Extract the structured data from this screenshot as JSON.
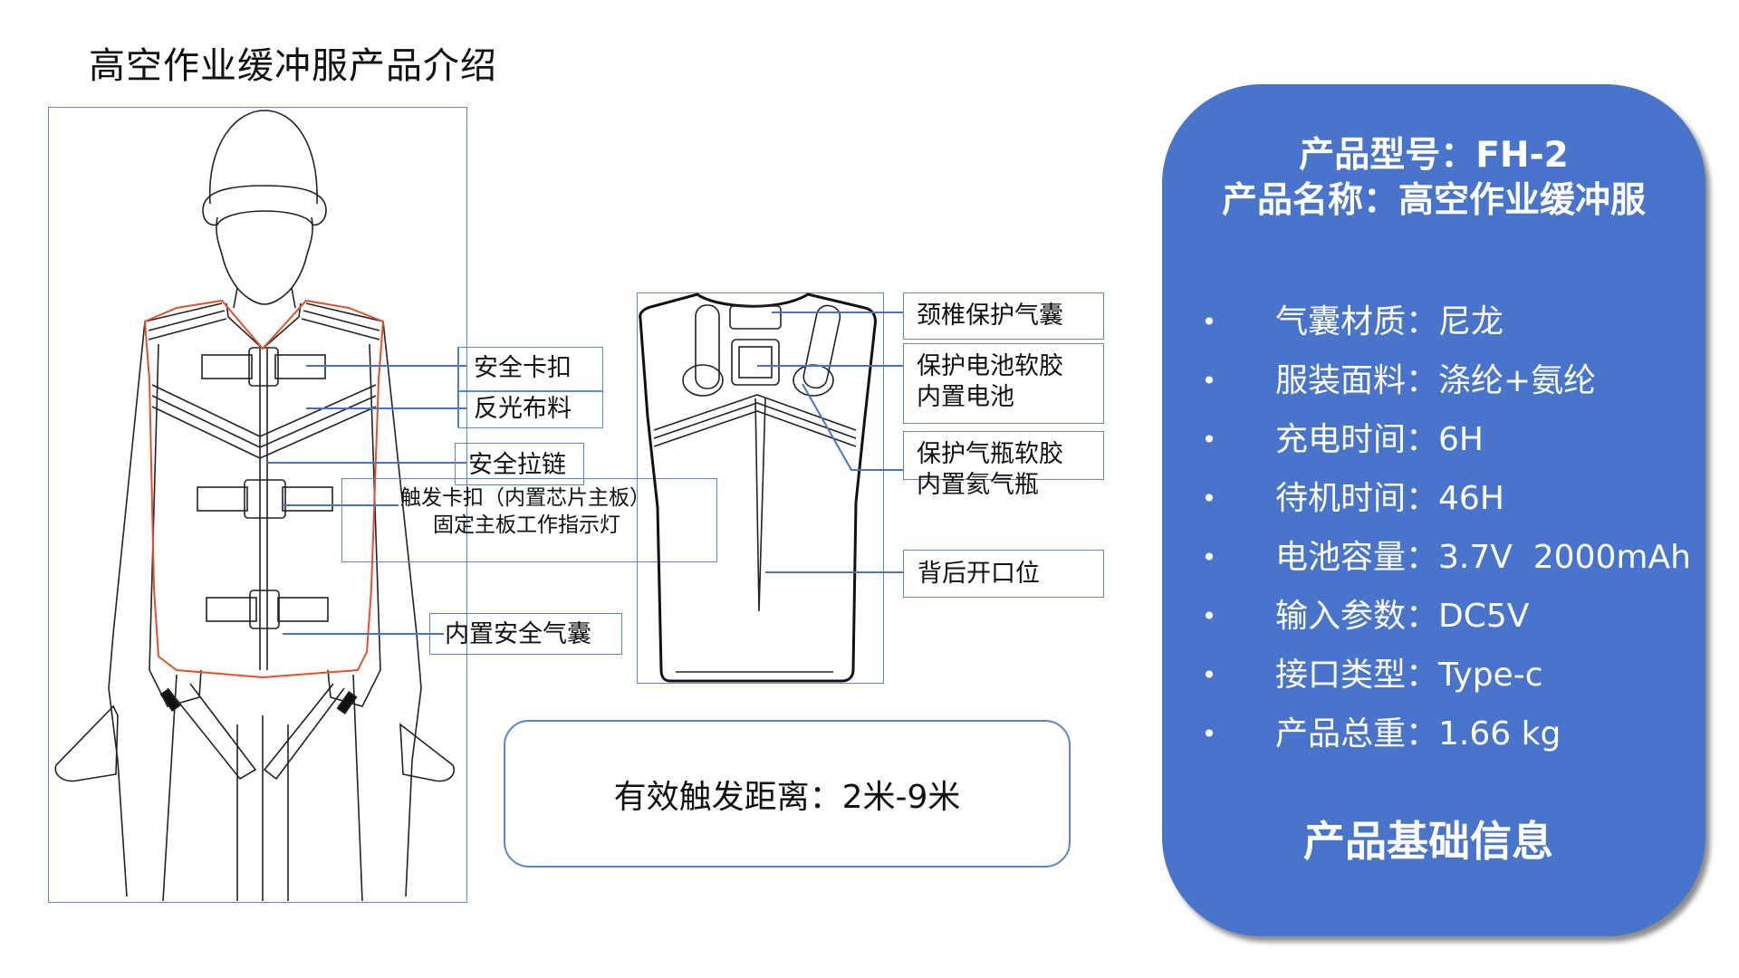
{
  "page": {
    "title": "高空作业缓冲服产品介绍"
  },
  "front_labels": [
    {
      "id": "safety-buckle",
      "text": "安全卡扣"
    },
    {
      "id": "reflective-fabric",
      "text": "反光布料"
    },
    {
      "id": "safety-zipper",
      "text": "安全拉链"
    },
    {
      "id": "trigger-buckle",
      "line1": "触发卡扣（内置芯片主板）",
      "line2": "固定主板工作指示灯"
    },
    {
      "id": "builtin-airbag",
      "text": "内置安全气囊"
    }
  ],
  "back_labels": [
    {
      "id": "neck-airbag",
      "text": "颈椎保护气囊"
    },
    {
      "id": "battery-cover",
      "line1": "保护电池软胶",
      "line2": "内置电池"
    },
    {
      "id": "gas-cover",
      "line1": "保护气瓶软胶",
      "line2": "内置氦气瓶"
    },
    {
      "id": "back-opening",
      "text": "背后开口位"
    }
  ],
  "trigger_distance": {
    "text": "有效触发距离：2米-9米"
  },
  "info_panel": {
    "model_line": "产品型号：FH-2",
    "name_line": "产品名称：高空作业缓冲服",
    "bullet": "•",
    "specs": [
      {
        "label": "气囊材质：",
        "value": "尼龙"
      },
      {
        "label": "服装面料：",
        "value": "涤纶+氨纶"
      },
      {
        "label": "充电时间：",
        "value": "6H"
      },
      {
        "label": "待机时间：",
        "value": "46H"
      },
      {
        "label": "电池容量：",
        "value": "3.7V  2000mAh"
      },
      {
        "label": "输入参数：",
        "value": "DC5V"
      },
      {
        "label": "接口类型：",
        "value": "Type-c"
      },
      {
        "label": "产品总重：",
        "value": "1.66 kg"
      }
    ],
    "footer": "产品基础信息"
  },
  "colors": {
    "panel_blue": "#4874cb",
    "box_border": "#5b86cf",
    "leader_line": "#4a72c4",
    "vest_outline": "#e0522e"
  }
}
